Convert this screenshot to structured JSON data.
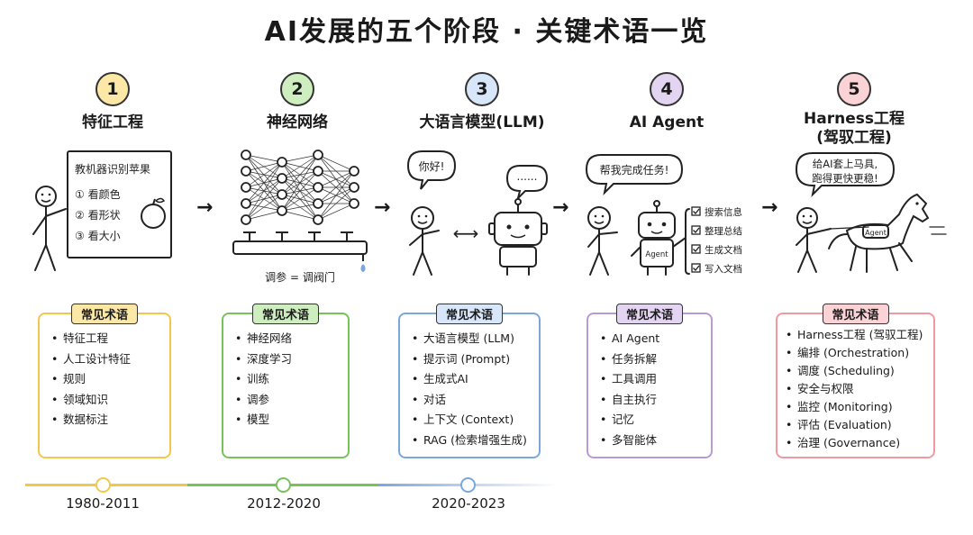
{
  "title": "AI发展的五个阶段 · 关键术语一览",
  "common_label": "常见术语",
  "colors": {
    "s1": "#f2c84b",
    "s2": "#78c25a",
    "s3": "#7aa7dc",
    "s4": "#b89ad6",
    "s5": "#f09aa0",
    "tag1": "#fbe7a6",
    "tag2": "#cfeec0",
    "tag3": "#d7e6f8",
    "tag4": "#e3d5f2",
    "tag5": "#fbd3d6"
  },
  "stages": [
    {
      "num": "1",
      "name": "特征工程",
      "board_title": "教机器识别苹果",
      "board_items": [
        "① 看颜色",
        "② 看形状",
        "③ 看大小"
      ],
      "terms": [
        "特征工程",
        "人工设计特征",
        "规则",
        "领域知识",
        "数据标注"
      ],
      "years": "1980-2011"
    },
    {
      "num": "2",
      "name": "神经网络",
      "caption": "调参 = 调阀门",
      "terms": [
        "神经网络",
        "深度学习",
        "训练",
        "调参",
        "模型"
      ],
      "years": "2012-2020"
    },
    {
      "num": "3",
      "name": "大语言模型(LLM)",
      "bubble_human": "你好!",
      "bubble_robot": "......",
      "terms": [
        "大语言模型 (LLM)",
        "提示词 (Prompt)",
        "生成式AI",
        "对话",
        "上下文 (Context)",
        "RAG (检索增强生成)"
      ],
      "years": "2020-2023"
    },
    {
      "num": "4",
      "name": "AI Agent",
      "bubble": "帮我完成任务!",
      "robot_label": "Agent",
      "checklist": [
        "搜索信息",
        "整理总结",
        "生成文档",
        "写入文档"
      ],
      "terms": [
        "AI Agent",
        "任务拆解",
        "工具调用",
        "自主执行",
        "记忆",
        "多智能体"
      ]
    },
    {
      "num": "5",
      "name_line1": "Harness工程",
      "name_line2": "(驾驭工程)",
      "bubble_line1": "给AI套上马具,",
      "bubble_line2": "跑得更快更稳!",
      "saddle_label": "Agent",
      "terms": [
        "Harness工程 (驾驭工程)",
        "编排 (Orchestration)",
        "调度 (Scheduling)",
        "安全与权限",
        "监控 (Monitoring)",
        "评估 (Evaluation)",
        "治理 (Governance)"
      ]
    }
  ],
  "arrow": "→",
  "double_arrow": "⟷"
}
